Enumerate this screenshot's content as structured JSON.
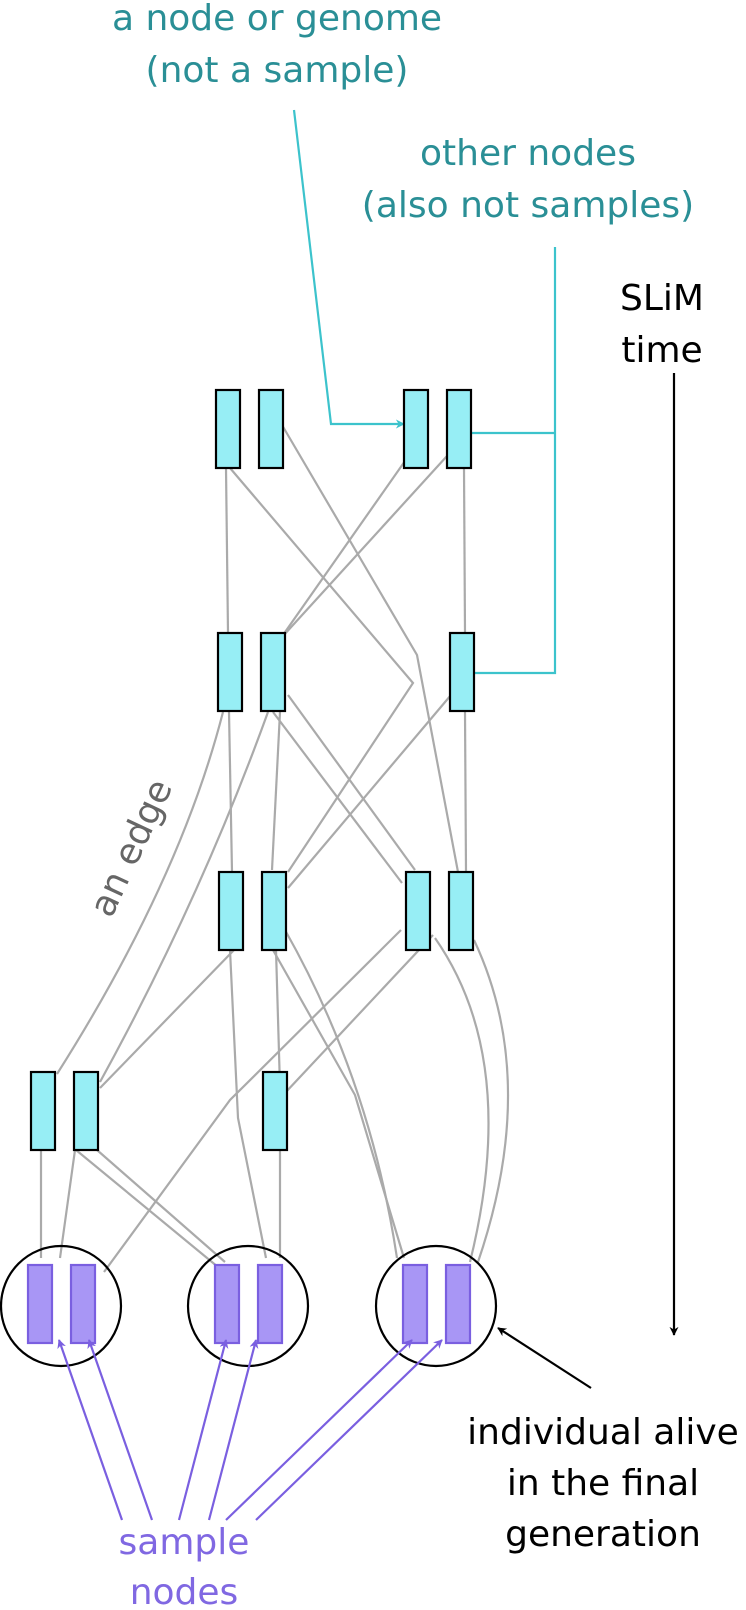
{
  "colors": {
    "node_fill": "#97eef5",
    "sample_fill": "#a896f5",
    "teal_text": "#2a8f96",
    "teal_arrow": "#3cc3cc",
    "purple_text": "#8068e2",
    "purple_arrow": "#7a5fe0",
    "edge": "#aaaaaa",
    "edge_label": "#666666",
    "black": "#000000"
  },
  "labels": {
    "node_label_line1": "a node or genome",
    "node_label_line2": "(not a sample)",
    "other_label_line1": "other nodes",
    "other_label_line2": "(also not samples)",
    "time_line1": "SLiM",
    "time_line2": "time",
    "edge_label": "an edge",
    "individual_line1": "individual alive",
    "individual_line2": "in the final",
    "individual_line3": "generation",
    "sample_line1": "sample",
    "sample_line2": "nodes"
  }
}
